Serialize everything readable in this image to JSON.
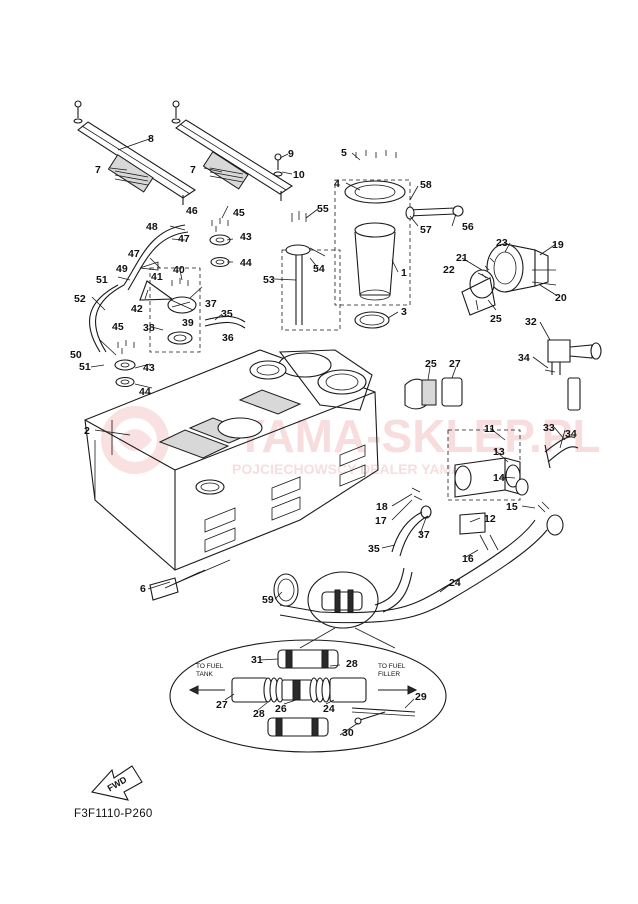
{
  "diagram_code": "F3F1110-P260",
  "fwd_label": "FWD",
  "watermark": {
    "title": "YAMA-SKLEP.PL",
    "subtitle": "POJCIECHOWSCY DEALER YAMAHA"
  },
  "detail_labels": {
    "to_fuel_tank": [
      "TO FUEL",
      "TANK"
    ],
    "to_fuel_filler": [
      "TO FUEL",
      "FILLER"
    ]
  },
  "part_callouts": [
    "1",
    "2",
    "3",
    "4",
    "5",
    "6",
    "7",
    "8",
    "9",
    "10",
    "11",
    "12",
    "13",
    "14",
    "15",
    "16",
    "17",
    "18",
    "19",
    "20",
    "21",
    "22",
    "23",
    "24",
    "25",
    "26",
    "27",
    "28",
    "29",
    "30",
    "31",
    "32",
    "33",
    "34",
    "35",
    "36",
    "37",
    "38",
    "39",
    "40",
    "41",
    "42",
    "43",
    "44",
    "45",
    "46",
    "47",
    "48",
    "49",
    "50",
    "51",
    "52",
    "53",
    "54",
    "55",
    "56",
    "57",
    "58",
    "59"
  ],
  "colors": {
    "line": "#1a1a1a",
    "watermark": "#f3c6c6",
    "background": "#ffffff"
  }
}
